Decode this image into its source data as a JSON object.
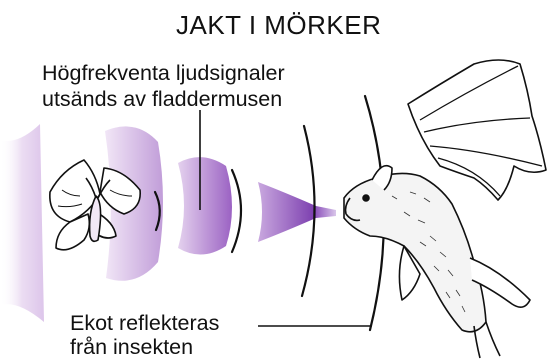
{
  "title": "JAKT I MÖRKER",
  "labels": {
    "signals_line1": "Högfrekventa ljudsignaler",
    "signals_line2": "utsänds av fladdermusen",
    "echo_line1": "Ekot reflekteras",
    "echo_line2": "från insekten"
  },
  "colors": {
    "wave_light": "#e6d2ee",
    "wave_mid": "#b98fd4",
    "wave_dark": "#7d3fb0",
    "ink": "#111111"
  },
  "icons": [
    "moth-icon",
    "bat-icon"
  ]
}
